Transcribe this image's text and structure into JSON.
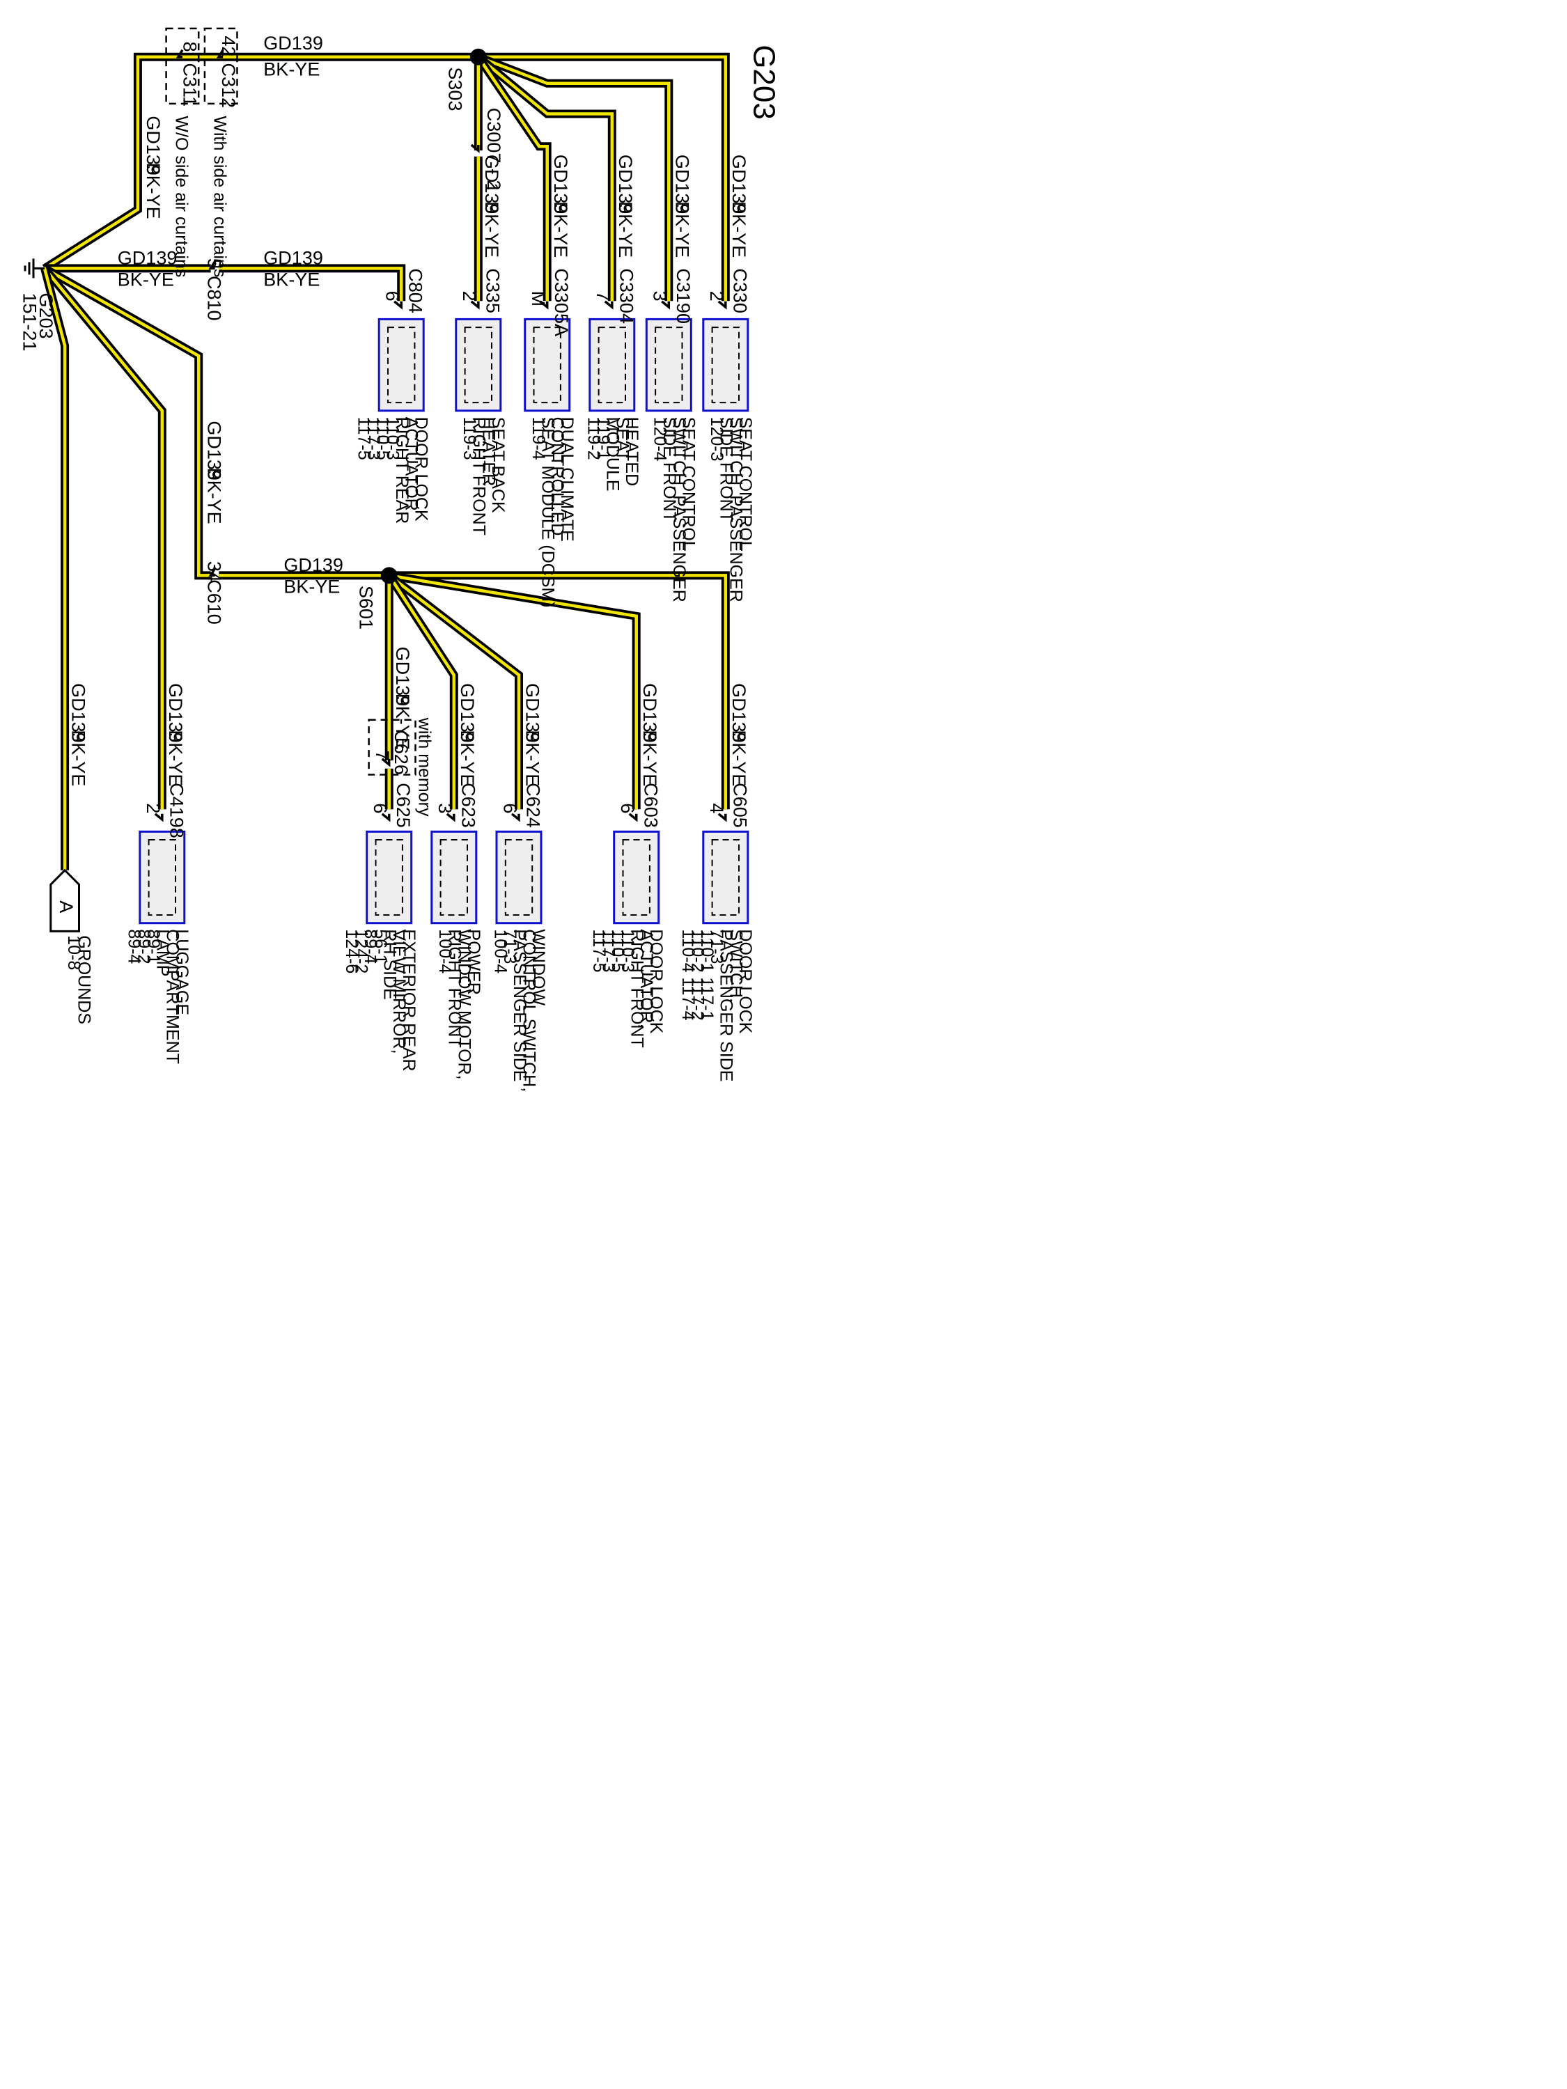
{
  "diagram": {
    "title": "G203",
    "colors": {
      "wire_fill": "#f2e600",
      "wire_edge": "#000000",
      "component_border": "#1010d0",
      "component_fill": "#eeeeee"
    },
    "wire": {
      "circuit": "GD139",
      "color_code": "BK-YE"
    },
    "ground": {
      "name": "G203",
      "ref": "151-21"
    },
    "splices": [
      {
        "id": "S303"
      },
      {
        "id": "S601"
      }
    ],
    "connectors": {
      "c311": {
        "id": "C311",
        "pin": "8",
        "note": "W/O side air curtains"
      },
      "c312": {
        "id": "C312",
        "pin": "42",
        "note": "With side air curtains"
      },
      "c810": {
        "id": "C810",
        "pin": "5"
      },
      "c610": {
        "id": "C610",
        "pin": "34"
      },
      "c3007": {
        "id": "C3007 - 2"
      },
      "c626": {
        "id": "C626",
        "pin": "7",
        "note": "with memory"
      }
    },
    "components_upper": [
      {
        "id": "seat-control-front",
        "connector": "C330",
        "pin": "2",
        "lines": [
          "SEAT CONTROL",
          "SWITCH, PASSENGER",
          "SIDE FRONT",
          "120-3"
        ]
      },
      {
        "id": "seat-control-passenger",
        "connector": "C3190",
        "pin": "3",
        "lines": [
          "SEAT CONTROL",
          "SWITCH, PASSENGER",
          "SIDE FRONT",
          "120-4"
        ]
      },
      {
        "id": "heated-seat-module",
        "connector": "C3304",
        "pin": "7",
        "lines": [
          "HEATED",
          "SEAT",
          "MODULE",
          "119-1",
          "119-2"
        ]
      },
      {
        "id": "dcsm",
        "connector": "C3305A",
        "pin": "M",
        "lines": [
          "DUAL CLIMATE",
          "CONTROLLED",
          "SEAT MODULE (DCSM)",
          "119-4"
        ]
      },
      {
        "id": "seat-back-heater",
        "connector": "C335",
        "pin": "2",
        "lines": [
          "SEAT BACK",
          "HEATER,",
          "RIGHT FRONT",
          "119-3"
        ]
      },
      {
        "id": "door-lock-rr",
        "connector": "C804",
        "pin": "6",
        "lines": [
          "DOOR LOCK",
          "ACTUATOR,",
          "RIGHT REAR",
          "110-3",
          "110-5",
          "117-3",
          "117-5"
        ]
      }
    ],
    "components_lower": [
      {
        "id": "door-lock-switch",
        "connector": "C605",
        "pin": "4",
        "lines": [
          "DOOR LOCK",
          "SWITCH,",
          "PASSENGER SIDE",
          "71-3",
          "110-1          117-1",
          "110-2          117-2",
          "110-4          117-4"
        ]
      },
      {
        "id": "door-lock-rf",
        "connector": "C603",
        "pin": "6",
        "lines": [
          "DOOR LOCK",
          "ACTUATOR,",
          "RIGHT FRONT",
          "110-3",
          "110-5",
          "117-3",
          "117-5"
        ]
      },
      {
        "id": "window-control-switch",
        "connector": "C624",
        "pin": "6",
        "lines": [
          "WINDOW",
          "CONTROL SWITCH,",
          "PASSENGER SIDE",
          "71-3",
          "100-4"
        ]
      },
      {
        "id": "window-motor",
        "connector": "C623",
        "pin": "3",
        "lines": [
          "POWER",
          "WINDOW MOTOR,",
          "RIGHT FRONT",
          "100-4"
        ]
      },
      {
        "id": "mirror",
        "connector": "C625",
        "pin": "6",
        "lines": [
          "EXTERIOR REAR",
          "VIEW MIRROR,",
          "RH SIDE",
          "56-1",
          "89-4",
          "124-2",
          "124-6"
        ]
      },
      {
        "id": "luggage-lamp",
        "connector": "C4198",
        "pin": "2",
        "lines": [
          "LUGGAGE",
          "COMPARTMENT",
          "LAMP",
          "89-1",
          "89-2",
          "89-4"
        ]
      }
    ],
    "offpage": {
      "letter": "A",
      "lines": [
        "GROUNDS",
        "10-8"
      ]
    }
  }
}
